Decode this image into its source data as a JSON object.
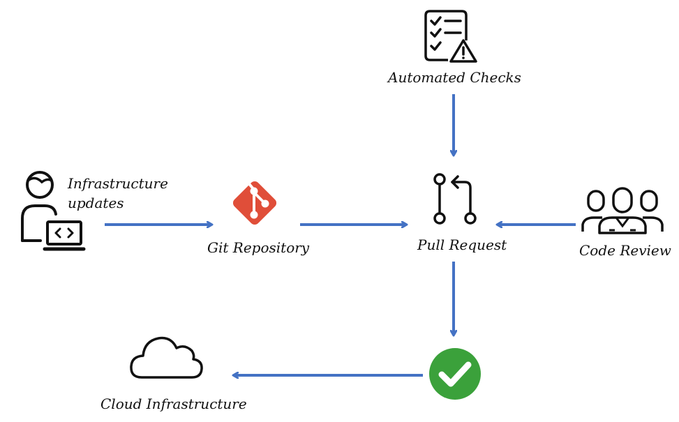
{
  "diagram": {
    "nodes": {
      "automated_checks": {
        "label": "Automated Checks",
        "icon": "checklist-warning-icon"
      },
      "developer": {
        "label_line1": "Infrastructure",
        "label_line2": "updates",
        "icon": "developer-laptop-icon"
      },
      "git_repository": {
        "label": "Git Repository",
        "icon": "git-icon"
      },
      "pull_request": {
        "label": "Pull Request",
        "icon": "pull-request-icon"
      },
      "code_review": {
        "label": "Code Review",
        "icon": "team-icon"
      },
      "approved": {
        "icon": "checkmark-circle-icon"
      },
      "cloud_infrastructure": {
        "label": "Cloud Infrastructure",
        "icon": "cloud-icon"
      }
    },
    "edges": [
      {
        "from": "developer",
        "to": "git_repository"
      },
      {
        "from": "git_repository",
        "to": "pull_request"
      },
      {
        "from": "automated_checks",
        "to": "pull_request"
      },
      {
        "from": "code_review",
        "to": "pull_request"
      },
      {
        "from": "pull_request",
        "to": "approved"
      },
      {
        "from": "approved",
        "to": "cloud_infrastructure"
      }
    ],
    "colors": {
      "arrow": "#4472C4",
      "git": "#E04E39",
      "check": "#3BA13B",
      "stroke": "#111111"
    }
  }
}
